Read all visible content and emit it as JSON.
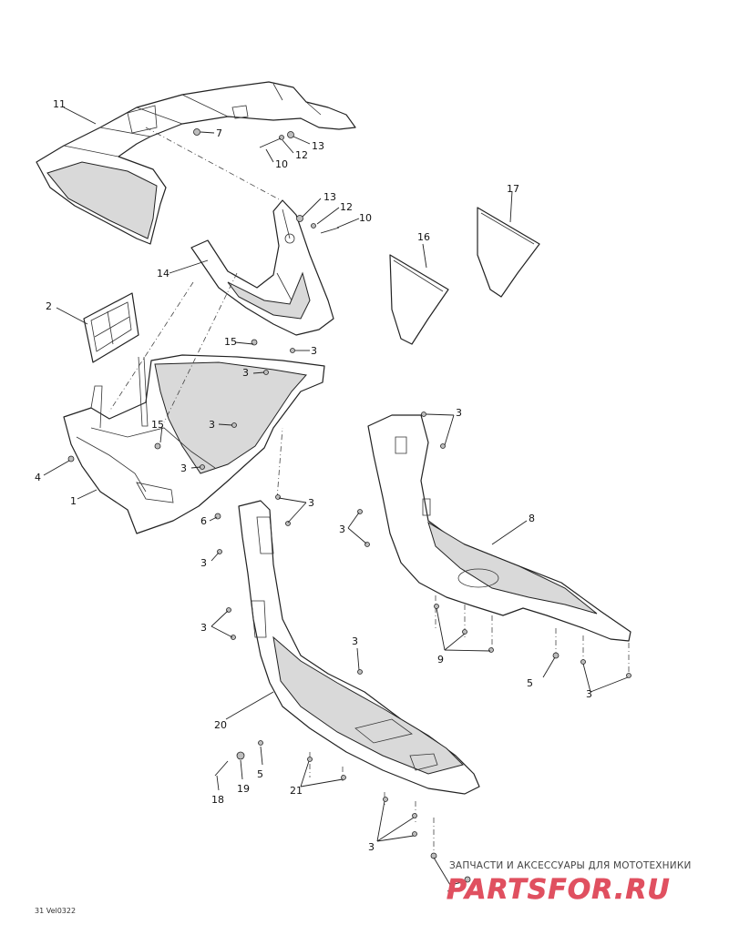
{
  "callouts": [
    "11",
    "7",
    "13",
    "12",
    "10",
    "13",
    "12",
    "10",
    "17",
    "16",
    "14",
    "2",
    "15",
    "3",
    "3",
    "3",
    "15",
    "3",
    "4",
    "1",
    "3",
    "8",
    "6",
    "3",
    "3",
    "3",
    "3",
    "3",
    "20",
    "9",
    "3",
    "5",
    "19",
    "18",
    "21",
    "3",
    "3",
    "5"
  ],
  "watermark": {
    "text": "ЗАПЧАСТИ И АКСЕССУАРЫ ДЛЯ МОТОТЕХНИКИ",
    "logo_text": "PARTSFOR.RU",
    "logo_color": "#e05060"
  },
  "drawing_code": "31 Vel0322"
}
